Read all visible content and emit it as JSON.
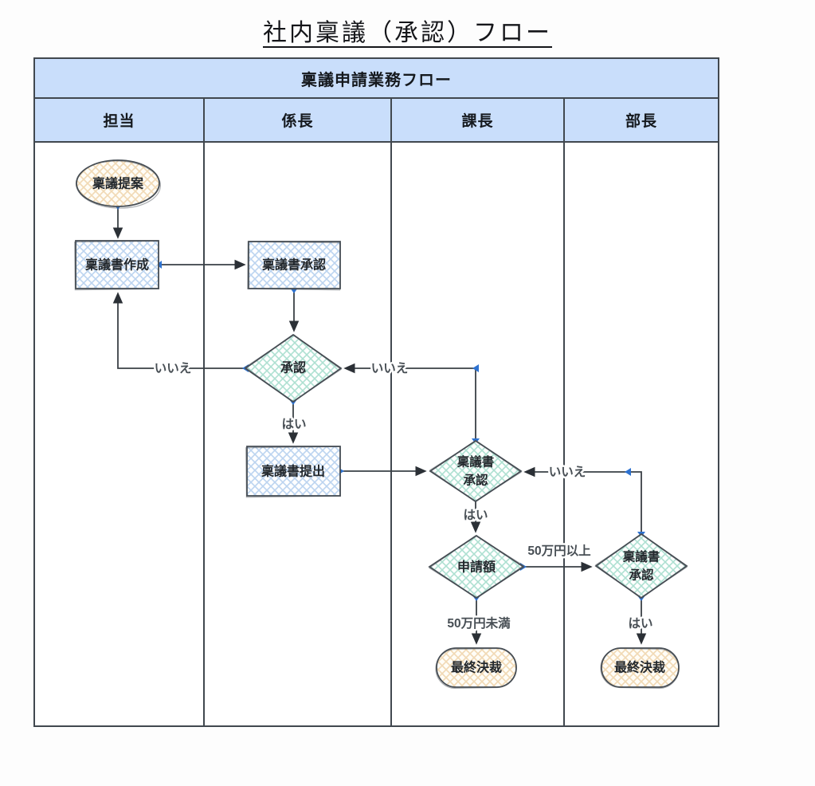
{
  "title": "社内稟議（承認）フロー",
  "swimlane": {
    "header": "稟議申請業務フロー",
    "lanes": [
      "担当",
      "係長",
      "課長",
      "部長"
    ]
  },
  "nodes": {
    "start": {
      "type": "start-ellipse",
      "lane": "担当",
      "label": "稟議提案"
    },
    "create": {
      "type": "process",
      "lane": "担当",
      "label": "稟議書作成"
    },
    "kakaricho_approve": {
      "type": "process",
      "lane": "係長",
      "label": "稟議書承認"
    },
    "kakaricho_decision": {
      "type": "decision",
      "lane": "係長",
      "label": "承認"
    },
    "submit": {
      "type": "process",
      "lane": "係長",
      "label": "稟議書提出"
    },
    "kacho_decision": {
      "type": "decision",
      "lane": "課長",
      "line1": "稟議書",
      "line2": "承認"
    },
    "amount_decision": {
      "type": "decision",
      "lane": "課長",
      "label": "申請額"
    },
    "bucho_decision": {
      "type": "decision",
      "lane": "部長",
      "line1": "稟議書",
      "line2": "承認"
    },
    "kacho_end": {
      "type": "terminator",
      "lane": "課長",
      "label": "最終決裁"
    },
    "bucho_end": {
      "type": "terminator",
      "lane": "部長",
      "label": "最終決裁"
    }
  },
  "edges": [
    {
      "from": "start",
      "to": "create",
      "label": ""
    },
    {
      "from": "create",
      "to": "kakaricho_approve",
      "label": ""
    },
    {
      "from": "kakaricho_approve",
      "to": "kakaricho_decision",
      "label": ""
    },
    {
      "from": "kakaricho_decision",
      "to": "create",
      "label": "いいえ"
    },
    {
      "from": "kakaricho_decision",
      "to": "submit",
      "label": "はい"
    },
    {
      "from": "submit",
      "to": "kacho_decision",
      "label": ""
    },
    {
      "from": "kacho_decision",
      "to": "kakaricho_decision",
      "label": "いいえ"
    },
    {
      "from": "kacho_decision",
      "to": "amount_decision",
      "label": "はい"
    },
    {
      "from": "amount_decision",
      "to": "bucho_decision",
      "label": "50万円以上"
    },
    {
      "from": "amount_decision",
      "to": "kacho_end",
      "label": "50万円未満"
    },
    {
      "from": "bucho_decision",
      "to": "kacho_decision",
      "label": "いいえ"
    },
    {
      "from": "bucho_decision",
      "to": "bucho_end",
      "label": "はい"
    }
  ],
  "colors": {
    "lane_header_bg": "#c9defb",
    "table_border": "#41484f",
    "process_hatch": "#bcd4f0",
    "decision_hatch": "#aee0d2",
    "terminator_hatch": "#f1d9b4",
    "edge": "#3a4046",
    "connection_marker": "#2e72d0",
    "node_text": "#23282d",
    "edge_label_text": "#474e54"
  }
}
